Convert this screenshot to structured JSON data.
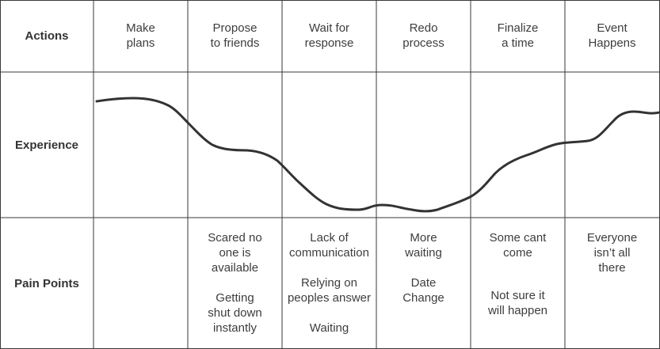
{
  "row_labels": {
    "actions": "Actions",
    "experience": "Experience",
    "pain_points": "Pain Points"
  },
  "actions": [
    "Make\nplans",
    "Propose\nto friends",
    "Wait for\nresponse",
    "Redo\nprocess",
    "Finalize\na time",
    "Event\nHappens"
  ],
  "pain_points": {
    "col1": [],
    "col2": [
      "Scared no\none is\navailable",
      "Getting\nshut down\ninstantly"
    ],
    "col3": [
      "Lack of\ncommunication",
      "Relying on\npeoples answer",
      "Waiting"
    ],
    "col4": [
      "More\nwaiting",
      "Date\nChange"
    ],
    "col5": [
      "Some cant\ncome",
      "Not sure it\nwill happen"
    ],
    "col6": [
      "Everyone\nisn’t all\nthere"
    ]
  },
  "colors": {
    "line": "#333333",
    "grid": "#3a3a3a"
  }
}
